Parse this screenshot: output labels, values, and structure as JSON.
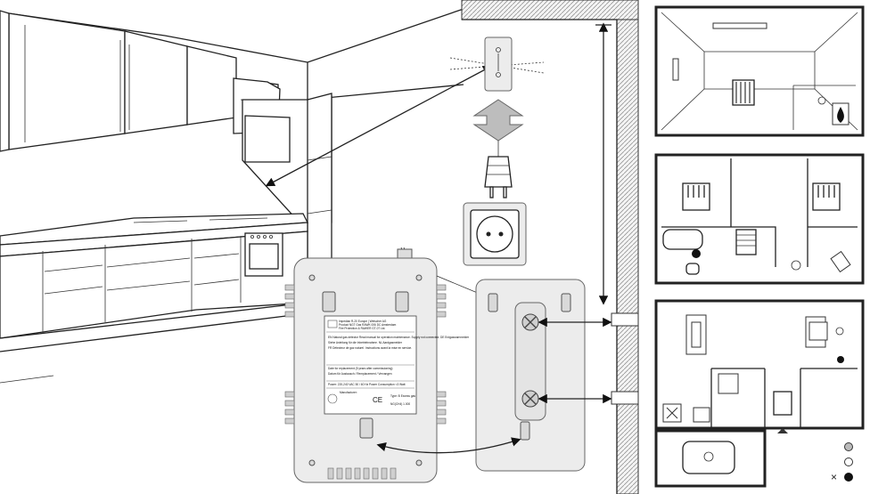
{
  "label_text": {
    "line1": "Impedian R-20 Europe | Wetscher AG",
    "line2": "Product NGT Gas RAWK 006 DC Amsterdam",
    "line3": "Fire Protection & RAWER GT-07 Ltd.",
    "para1": "EN Natural gas detector Read manual for operation maintenance. Supply not connected. DE Erdgaswarnmelder",
    "para2": "Siehe Anleitung für die Inbetriebnahme. NL Aardgasmelder",
    "para3": "FR Détecteur de gaz naturel. Instructions avant la mise en service.",
    "date_line": "Date for replacement (5 years after commissioning)",
    "replace": "Datum für Austausch / Remplacement / Vervangen",
    "power": "Power: 220-240 VAC 50 / 60 Hz    Power Consumption <3 Watt",
    "manufacturer": "Manufacturer:",
    "ce": "CE",
    "type": "Type: B Excess gas",
    "serial": "NG(CH4) 1.000"
  },
  "legend": {
    "cross": "×"
  }
}
